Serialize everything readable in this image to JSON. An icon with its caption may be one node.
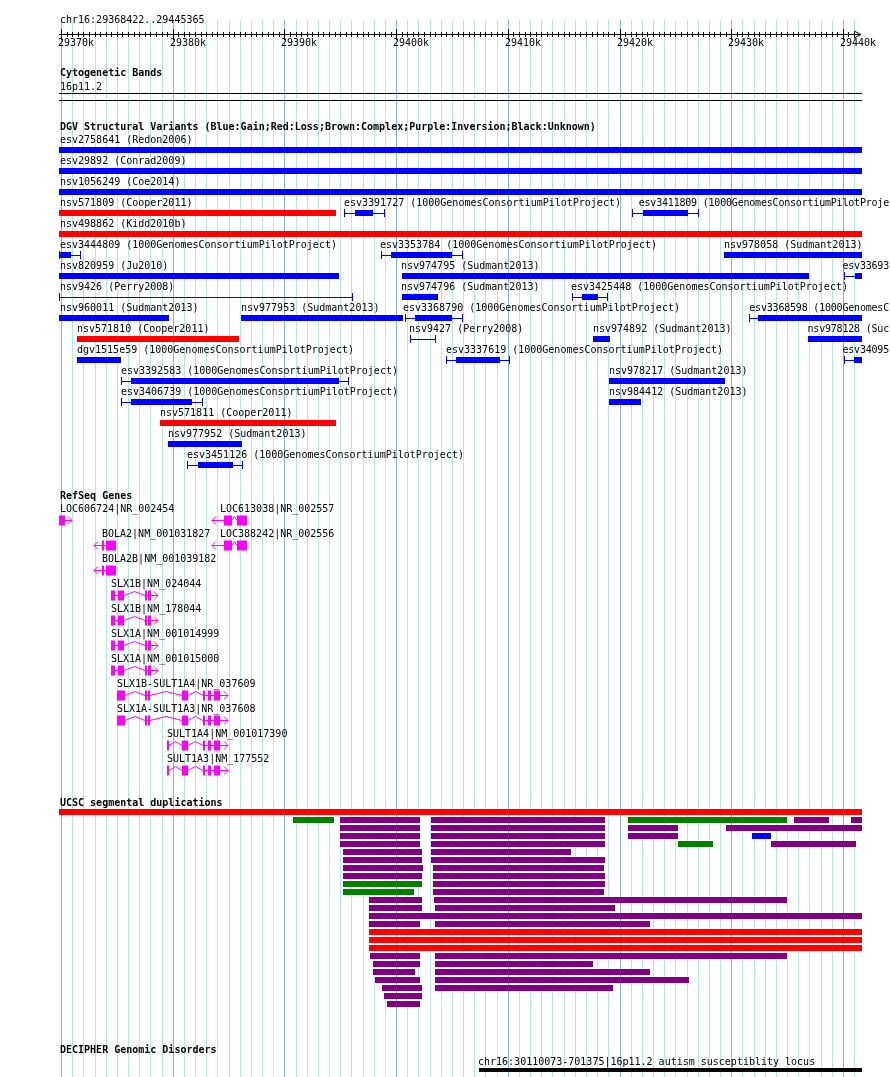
{
  "diagram": {
    "labels": [
      "chr16:29368422..29445365",
      "29370k",
      "29380k",
      "29390k",
      "29400k",
      "29410k",
      "29420k",
      "29430k",
      "29440k",
      "Cytogenetic Bands",
      "16p11.2",
      "DGV Structural Variants (Blue:Gain;Red:Loss;Brown:Complex;Purple:Inversion;Black:Unknown)",
      "esv2758641 (Redon2006)",
      "esv29892 (Conrad2009)",
      "nsv1056249 (Coe2014)",
      "nsv571809 (Cooper2011)",
      "esv3391727 (1000GenomesConsortiumPilotProject)",
      "esv3411809 (1000GenomesConsortiumPilotProje",
      "nsv498862 (Kidd2010b)",
      "esv3444809 (1000GenomesConsortiumPilotProject)",
      "esv3353784 (1000GenomesConsortiumPilotProject)",
      "nsv978058 (Sudmant2013)",
      "nsv820959 (Ju2010)",
      "nsv974795 (Sudmant2013)",
      "esv33693",
      "nsv9426 (Perry2008)",
      "nsv974796 (Sudmant2013)",
      "esv3425448 (1000GenomesConsortiumPilotProject)",
      "nsv960011 (Sudmant2013)",
      "nsv977953 (Sudmant2013)",
      "esv3368790 (1000GenomesConsortiumPilotProject)",
      "esv3368598 (1000GenomesC",
      "nsv571810 (Cooper2011)",
      "nsv9427 (Perry2008)",
      "nsv974892 (Sudmant2013)",
      "nsv978128 (Suc",
      "dgv1515e59 (1000GenomesConsortiumPilotProject)",
      "esv3337619 (1000GenomesConsortiumPilotProject)",
      "esv34095",
      "esv3392583 (1000GenomesConsortiumPilotProject)",
      "nsv978217 (Sudmant2013)",
      "esv3406739 (1000GenomesConsortiumPilotProject)",
      "nsv984412 (Sudmant2013)",
      "nsv571811 (Cooper2011)",
      "nsv977952 (Sudmant2013)",
      "esv3451126 (1000GenomesConsortiumPilotProject)",
      "RefSeq Genes",
      "LOC606724|NR_002454",
      "LOC613038|NR_002557",
      "BOLA2|NM_001031827",
      "LOC388242|NR_002556",
      "BOLA2B|NM_001039182",
      "SLX1B|NM_024044",
      "SLX1B|NM_178044",
      "SLX1A|NM_001014999",
      "SLX1A|NM_001015000",
      "SLX1B-SULT1A4|NR_037609",
      "SLX1A-SULT1A3|NR_037608",
      "SULT1A4|NM_001017390",
      "SULT1A3|NM_177552",
      "UCSC segmental duplications",
      "DECIPHER Genomic Disorders",
      "chr16:30110073-701375|16p11.2 autism susceptiblity locus"
    ]
  }
}
